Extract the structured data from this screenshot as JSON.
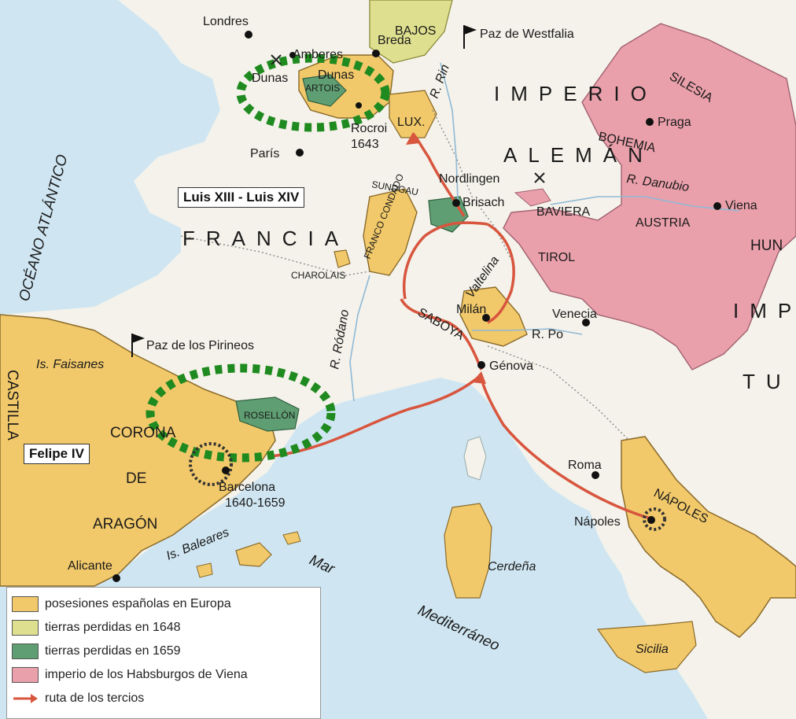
{
  "colors": {
    "sea": "#cfe6f2",
    "land": "#f4f2ea",
    "spanish": "#f2c96a",
    "lost1648": "#dfe08f",
    "lost1659": "#5f9e72",
    "habsburg": "#eaa0ab",
    "route": "#d8553e",
    "highlight": "#1f8a1f"
  },
  "labels": {
    "ocean": "OCÉANO ATLÁNTICO",
    "francia": "FRANCIA",
    "imperio": "IMPERIO",
    "aleman": "ALEMÁN",
    "corona": "CORONA",
    "de": "DE",
    "aragon": "ARAGÓN",
    "castilla": "CASTILLA",
    "mar": "Mar",
    "mediterraneo": "Mediterráneo",
    "silesia": "SILESIA",
    "bohemia": "BOHEMIA",
    "austria": "AUSTRIA",
    "baviera": "BAVIERA",
    "tirol": "TIROL",
    "hun": "HUN",
    "imp": "IMP",
    "tu": "TU",
    "napoles_region": "NÁPOLES",
    "saboya": "SABOYA",
    "sundgau": "SUNDGAU",
    "franco_condado": "FRANCO CONDADO",
    "charolais": "CHAROLAIS",
    "rosellon": "ROSELLÓN",
    "artois": "ARTOIS",
    "bajos": "BAJOS",
    "lux": "LUX.",
    "valtelina": "Valtelina",
    "cerdena": "Cerdeña",
    "sicilia": "Sicilia",
    "is_baleares": "Is. Baleares",
    "is_faisanes": "Is. Faisanes",
    "r_rin": "R. Rin",
    "r_rodano": "R. Ródano",
    "r_danubio": "R. Danubio",
    "r_po": "R. Po",
    "paz_westfalia": "Paz de Westfalia",
    "paz_pirineos": "Paz de los Pirineos",
    "rocroi_year": "1643",
    "barcelona_years": "1640-1659"
  },
  "cities": {
    "londres": "Londres",
    "amberes": "Amberes",
    "breda": "Breda",
    "dunas": "Dunas",
    "dunas2": "Dunas",
    "rocroi": "Rocroi",
    "paris": "París",
    "nordlingen": "Nordlingen",
    "brisach": "Brisach",
    "praga": "Praga",
    "viena": "Viena",
    "milan": "Milán",
    "venecia": "Venecia",
    "genova": "Génova",
    "roma": "Roma",
    "napoles": "Nápoles",
    "barcelona": "Barcelona",
    "alicante": "Alicante"
  },
  "boxes": {
    "luis": "Luis XIII - Luis XIV",
    "felipe": "Felipe IV"
  },
  "legend": {
    "items": [
      "posesiones españolas en Europa",
      "tierras perdidas en 1648",
      "tierras perdidas en 1659",
      "imperio de los Habsburgos de Viena",
      "ruta de los tercios"
    ]
  }
}
